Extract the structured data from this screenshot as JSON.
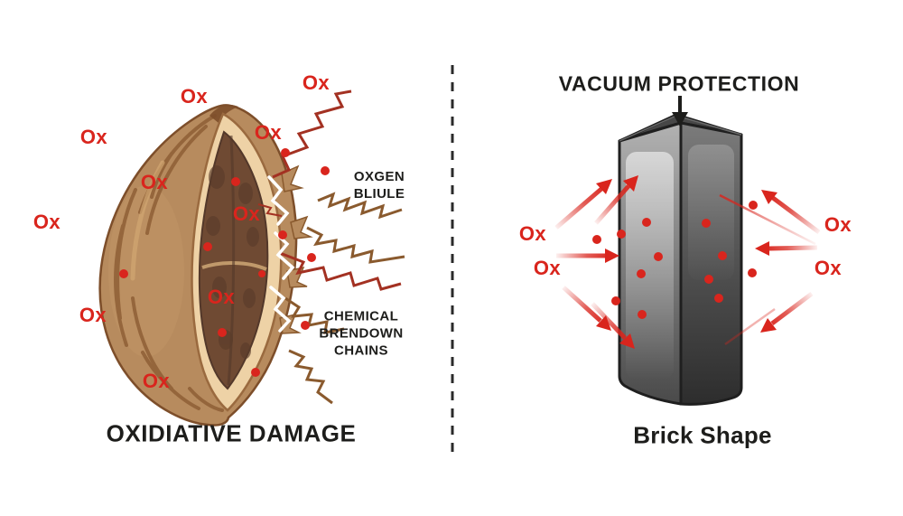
{
  "left_panel": {
    "title": "OXIDIATIVE DAMAGE",
    "oxygen_label": {
      "line1": "OXGEN",
      "line2": "BLIULE"
    },
    "chains_label": {
      "line1": "CHEMICAL",
      "line2": "BRENDOWN",
      "line3": "CHAINS"
    }
  },
  "right_panel": {
    "heading": "VACUUM PROTECTION",
    "caption": "Brick Shape"
  },
  "ox_marker": "Ox",
  "icons": {
    "vacuum_pointer": "down-arrow-icon",
    "oxidation_flow": "red-arrow-icon",
    "divider": "dashed-vertical-divider"
  },
  "colors": {
    "accent_red": "#d9251d",
    "chain_dark_red": "#a33122",
    "chain_brown": "#8a5a2e",
    "shell_brown": "#b78b5e",
    "shell_grain": "#8f5f36",
    "kernel_brown": "#6f4a33",
    "rim_cream": "#eed2a6",
    "brick_light_face": "#8d8d8d",
    "brick_dark_face": "#3a3a3a",
    "text_black": "#1d1d1b",
    "divider_black": "#2a2a2a"
  }
}
